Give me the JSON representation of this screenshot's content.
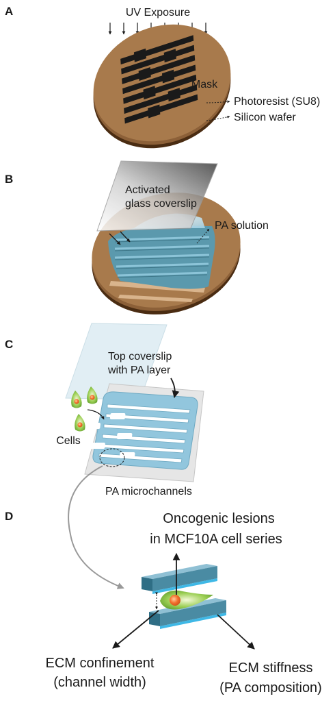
{
  "panels": {
    "a": {
      "letter": "A",
      "uv_label": "UV Exposure",
      "mask_label": "Mask",
      "photoresist_label": "Photoresist (SU8)",
      "wafer_label": "Silicon wafer"
    },
    "b": {
      "letter": "B",
      "coverslip_line1": "Activated",
      "coverslip_line2": "glass coverslip",
      "solution_label": "PA solution"
    },
    "c": {
      "letter": "C",
      "top_line1": "Top coverslip",
      "top_line2": "with PA layer",
      "cells_label": "Cells",
      "channels_label": "PA microchannels"
    },
    "d": {
      "letter": "D",
      "lesion_line1": "Oncogenic lesions",
      "lesion_line2": "in  MCF10A cell series",
      "conf_line1": "ECM confinement",
      "conf_line2": "(channel width)",
      "stiff_line1": "ECM stiffness",
      "stiff_line2": "(PA composition)"
    }
  },
  "colors": {
    "wafer": "#a87a4c",
    "wafer_dark": "#6b4522",
    "mask": "#1a1a1a",
    "gel": "#5b99ad",
    "gel_light": "#9dcfe2",
    "cell_green": "#7bbf3f",
    "cell_nucleus": "#f06a35"
  }
}
